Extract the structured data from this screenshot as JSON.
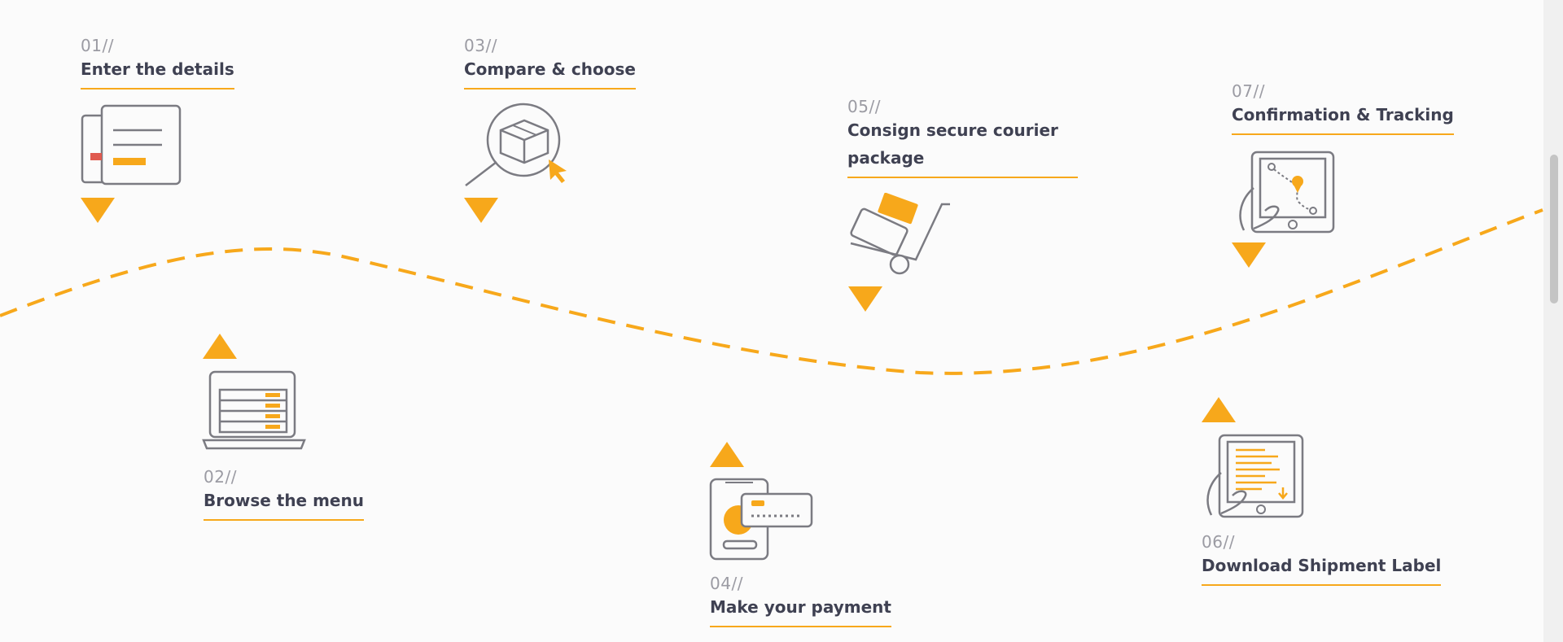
{
  "steps": [
    {
      "num": "01//",
      "title": "Enter the details"
    },
    {
      "num": "02//",
      "title": "Browse the menu"
    },
    {
      "num": "03//",
      "title": "Compare & choose"
    },
    {
      "num": "04//",
      "title": "Make your payment"
    },
    {
      "num": "05//",
      "title": "Consign secure courier package"
    },
    {
      "num": "06//",
      "title": "Download Shipment Label"
    },
    {
      "num": "07//",
      "title": "Confirmation & Tracking"
    }
  ],
  "colors": {
    "accent": "#f7a81b",
    "text": "#3f4152",
    "muted": "#9b9ba3",
    "icon_stroke": "#7b7b82",
    "background": "#fbfbfb"
  },
  "icons": [
    "form-details-icon",
    "laptop-menu-icon",
    "magnifier-box-icon",
    "phone-card-payment-icon",
    "courier-trolley-icon",
    "tablet-label-icon",
    "tablet-tracking-icon"
  ]
}
